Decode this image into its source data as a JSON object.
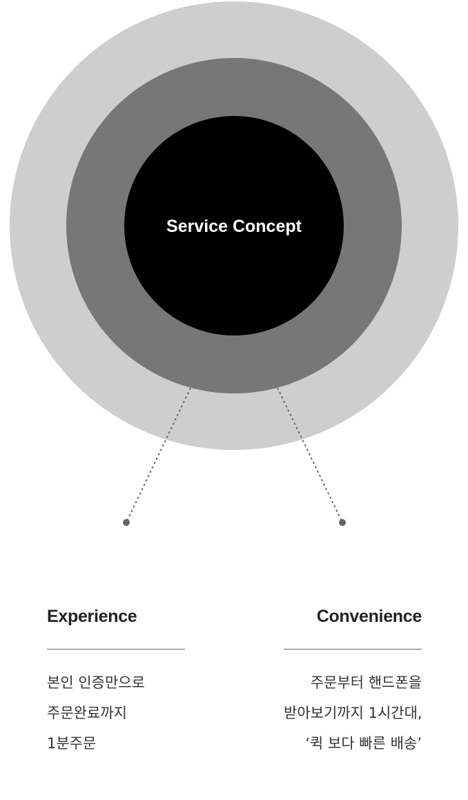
{
  "center_label": "Service Concept",
  "colors": {
    "outer_ring": "#cecece",
    "middle_ring": "#777777",
    "core": "#000000",
    "core_text": "#ffffff",
    "connector": "#666666"
  },
  "panels": {
    "left": {
      "title": "Experience",
      "lines": [
        "본인 인증만으로",
        "주문완료까지",
        "1분주문"
      ]
    },
    "right": {
      "title": "Convenience",
      "lines": [
        "주문부터 핸드폰을",
        "받아보기까지 1시간대,",
        "‘퀵 보다 빠른 배송’"
      ]
    }
  }
}
